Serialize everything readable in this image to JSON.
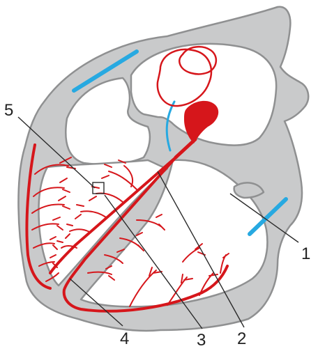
{
  "diagram": {
    "labels": [
      {
        "id": "label-1",
        "text": "1"
      },
      {
        "id": "label-2",
        "text": "2"
      },
      {
        "id": "label-3",
        "text": "3"
      },
      {
        "id": "label-4",
        "text": "4"
      },
      {
        "id": "label-5",
        "text": "5"
      }
    ]
  },
  "colors": {
    "heart_wall": "#c9cacb",
    "outline": "#8f9091",
    "conduction": "#d6161b",
    "internodal": "#27a9e1",
    "leader_line": "#2a2a2a",
    "label_text": "#222222",
    "background": "#ffffff"
  }
}
